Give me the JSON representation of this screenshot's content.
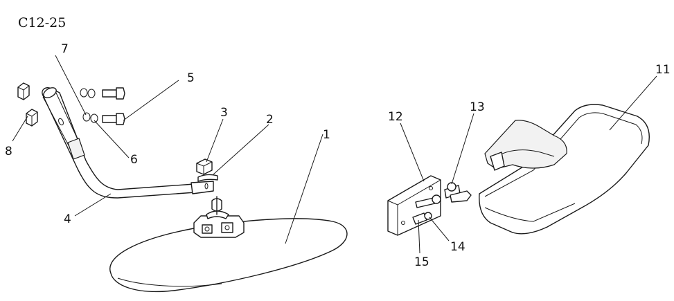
{
  "diagram": {
    "code": "C12-25",
    "callouts": [
      {
        "id": "c1",
        "label": "1"
      },
      {
        "id": "c2",
        "label": "2"
      },
      {
        "id": "c3",
        "label": "3"
      },
      {
        "id": "c4",
        "label": "4"
      },
      {
        "id": "c5",
        "label": "5"
      },
      {
        "id": "c6",
        "label": "6"
      },
      {
        "id": "c7",
        "label": "7"
      },
      {
        "id": "c8",
        "label": "8"
      },
      {
        "id": "c11",
        "label": "11"
      },
      {
        "id": "c12",
        "label": "12"
      },
      {
        "id": "c13",
        "label": "13"
      },
      {
        "id": "c14",
        "label": "14"
      },
      {
        "id": "c15",
        "label": "15"
      }
    ]
  }
}
